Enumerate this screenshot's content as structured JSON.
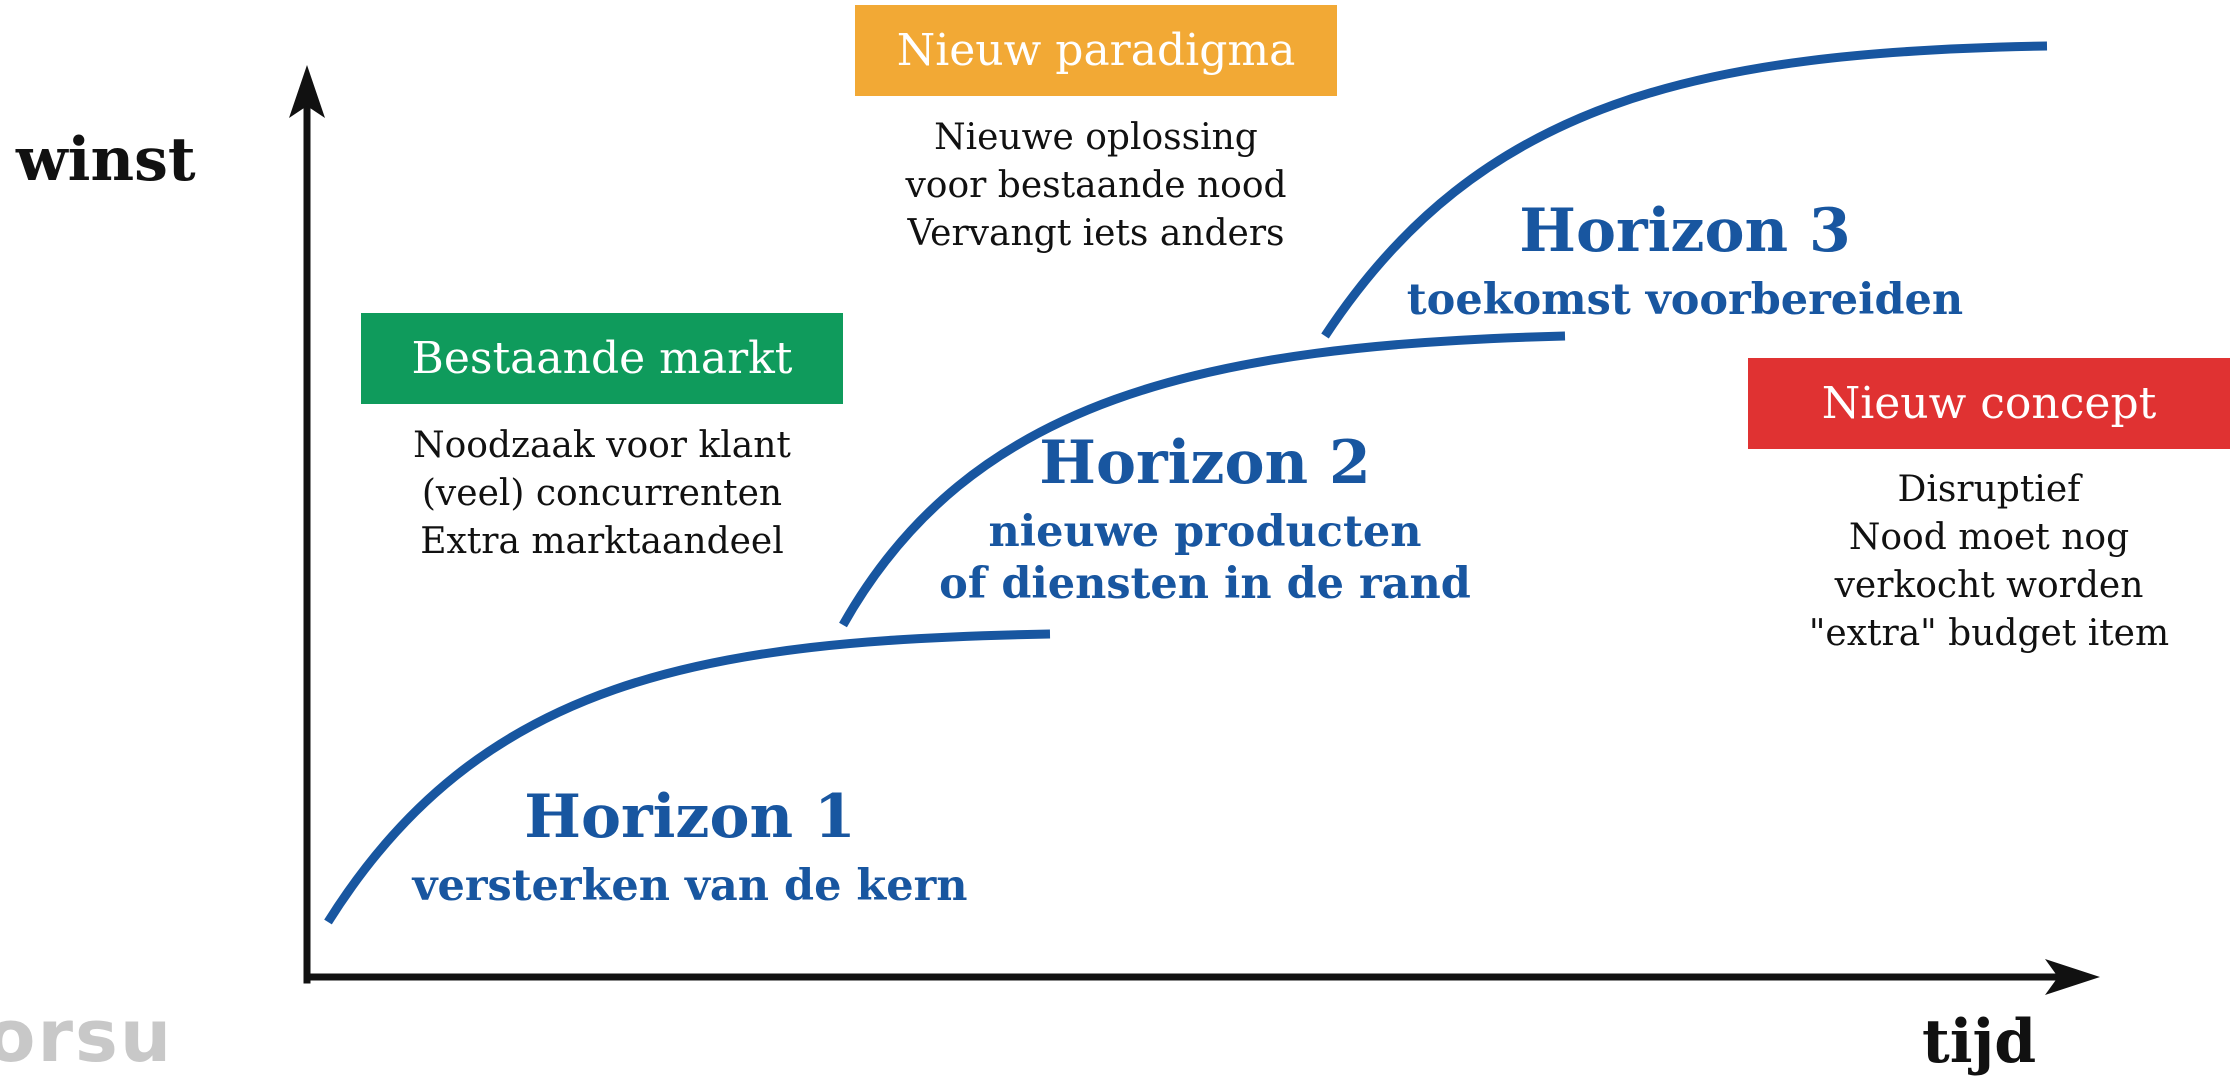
{
  "axes": {
    "y_label": "winst",
    "x_label": "tijd"
  },
  "logo": {
    "text": "orsu"
  },
  "colors": {
    "curve": "#1856a0",
    "axis": "#111111",
    "existing_market": "#0f9b5c",
    "new_paradigm": "#f2a935",
    "new_concept": "#e03232"
  },
  "horizons": [
    {
      "title": "Horizon 1",
      "subtitle": [
        "versterken van de kern"
      ]
    },
    {
      "title": "Horizon 2",
      "subtitle": [
        "nieuwe producten",
        "of diensten in de rand"
      ]
    },
    {
      "title": "Horizon 3",
      "subtitle": [
        "toekomst voorbereiden"
      ]
    }
  ],
  "categories": {
    "existing_market": {
      "label": "Bestaande markt",
      "lines": [
        "Noodzaak voor klant",
        "(veel) concurrenten",
        "Extra marktaandeel"
      ]
    },
    "new_paradigm": {
      "label": "Nieuw paradigma",
      "lines": [
        "Nieuwe oplossing",
        "voor bestaande nood",
        "Vervangt iets anders"
      ]
    },
    "new_concept": {
      "label": "Nieuw concept",
      "lines": [
        "Disruptief",
        "Nood moet nog",
        "verkocht worden",
        "\"extra\" budget item"
      ]
    }
  }
}
